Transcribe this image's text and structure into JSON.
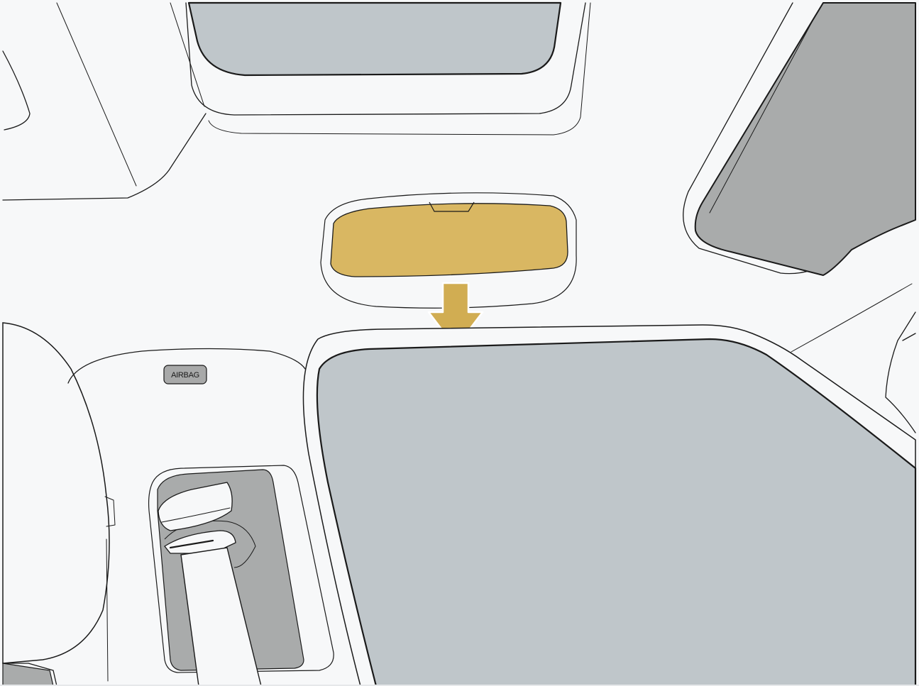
{
  "airbag_label": {
    "text": "AIRBAG"
  },
  "colors": {
    "background": "#ffffff",
    "headliner": "#f7f8f9",
    "glass": "#bfc6ca",
    "dark_glass": "#a9abab",
    "highlight": "#d9b762",
    "arrow": "#d1ad52",
    "badge": "#a8a9a9",
    "outline": "#1a1a1a"
  },
  "highlight": {
    "part": "glasses-holder",
    "direction": "down"
  }
}
